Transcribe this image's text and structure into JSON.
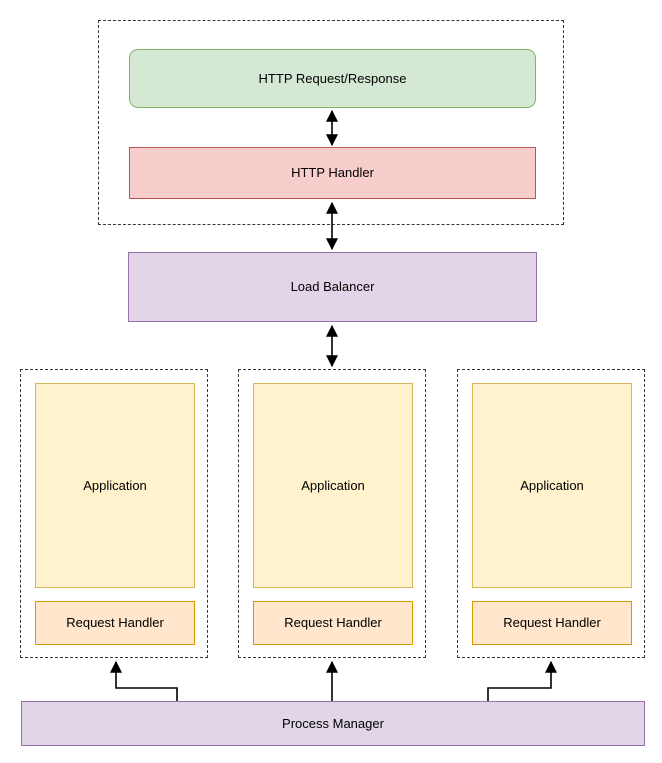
{
  "diagram": {
    "web_tier": {
      "http_request_response_label": "HTTP Request/Response",
      "http_handler_label": "HTTP Handler"
    },
    "load_balancer_label": "Load Balancer",
    "app_instances": [
      {
        "application_label": "Application",
        "request_handler_label": "Request Handler"
      },
      {
        "application_label": "Application",
        "request_handler_label": "Request Handler"
      },
      {
        "application_label": "Application",
        "request_handler_label": "Request Handler"
      }
    ],
    "process_manager_label": "Process Manager",
    "colors": {
      "green_fill": "#d5e8d4",
      "green_border": "#82b366",
      "red_fill": "#f8cecc",
      "red_border": "#b85450",
      "purple_fill": "#e1d5e7",
      "purple_border": "#9673a6",
      "yellow_fill": "#fff2cc",
      "yellow_border": "#d6b656",
      "orange_fill": "#ffe6cc",
      "orange_border": "#d79b00",
      "arrow": "#000000",
      "dashed_border": "#383838"
    }
  }
}
